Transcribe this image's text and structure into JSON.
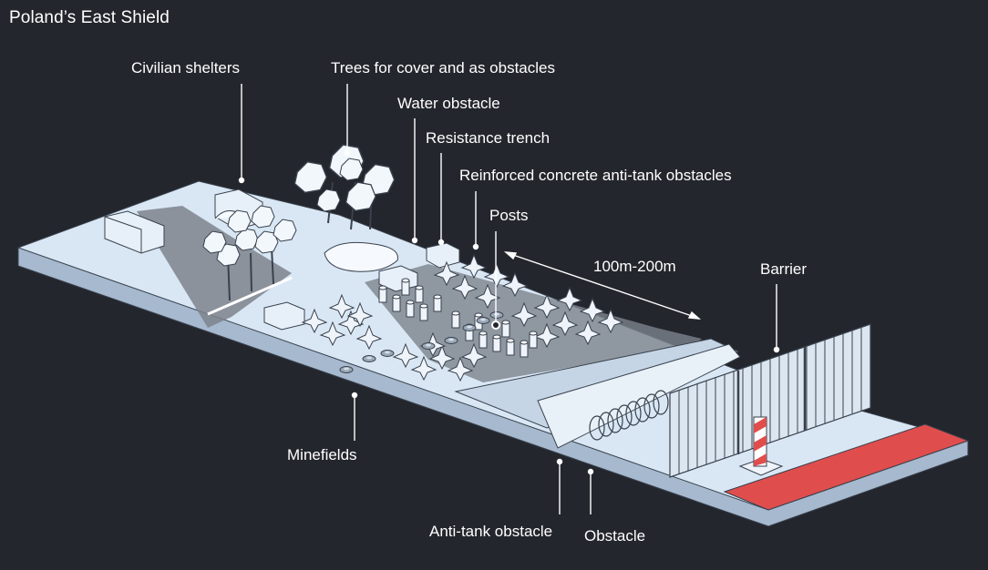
{
  "title": "Poland’s East Shield",
  "labels": {
    "civilian_shelters": "Civilian shelters",
    "trees": "Trees for cover and as obstacles",
    "water": "Water obstacle",
    "trench": "Resistance trench",
    "concrete": "Reinforced concrete anti-tank obstacles",
    "posts": "Posts",
    "distance": "100m-200m",
    "barrier": "Barrier",
    "minefields": "Minefields",
    "antitank": "Anti-tank obstacle",
    "obstacle": "Obstacle"
  },
  "colors": {
    "background": "#24262d",
    "ground_top": "#d9e7f5",
    "ground_side": "#a6b9ce",
    "path": "#7c838c",
    "border_strip": "#e04d4d",
    "text": "#ffffff"
  }
}
